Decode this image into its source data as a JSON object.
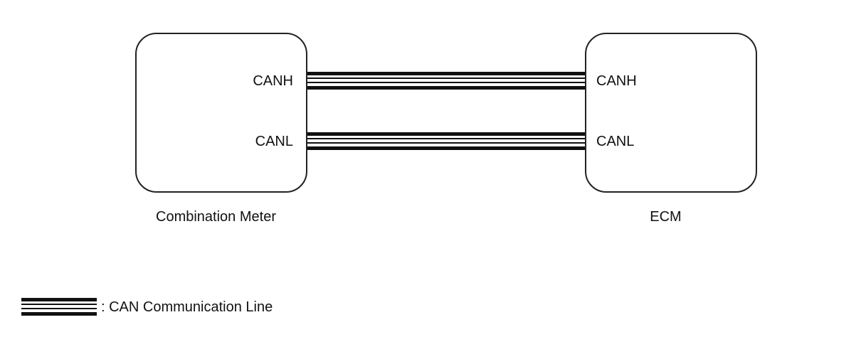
{
  "modules": {
    "left": {
      "name": "Combination Meter",
      "pin_high": "CANH",
      "pin_low": "CANL"
    },
    "right": {
      "name": "ECM",
      "pin_high": "CANH",
      "pin_low": "CANL"
    }
  },
  "legend": {
    "text": ": CAN Communication Line"
  },
  "colors": {
    "line": "#111111",
    "box_border": "#222222",
    "background": "#ffffff"
  }
}
